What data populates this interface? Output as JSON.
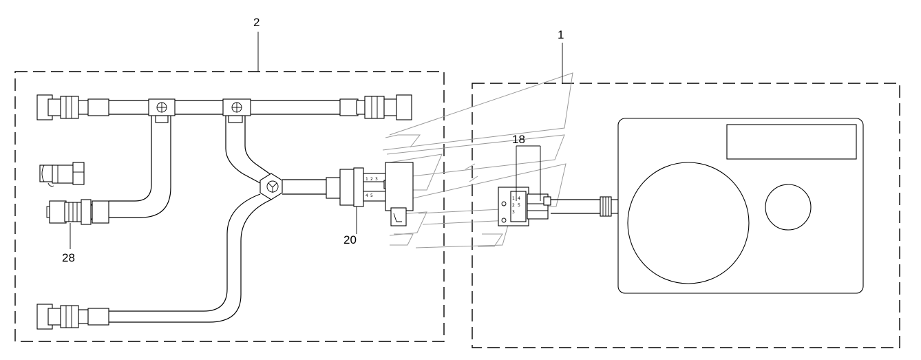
{
  "callouts": {
    "harness_assembly": "2",
    "control_unit_assembly": "1",
    "control_unit_connector": "18",
    "harness_connector": "20",
    "plug_28": "28"
  },
  "connector_pins": [
    "1",
    "2",
    "3",
    "4",
    "5"
  ]
}
